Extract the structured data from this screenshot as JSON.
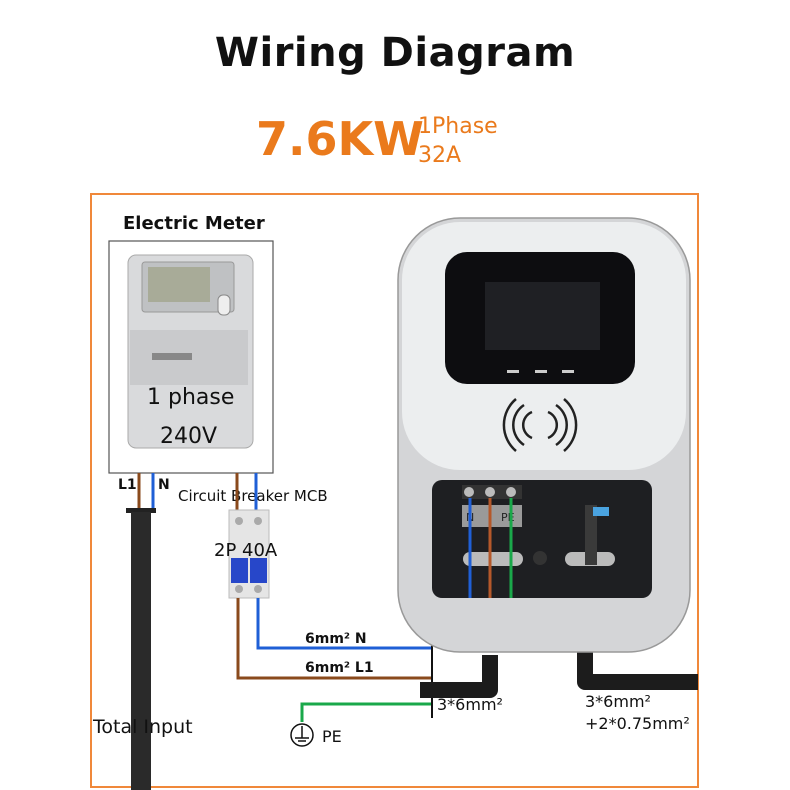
{
  "title": "Wiring Diagram",
  "rating": {
    "power": "7.6KW",
    "phase": "1Phase",
    "current": "32A"
  },
  "meter": {
    "label": "Electric Meter",
    "phase_text": "1 phase",
    "voltage_text": "240V",
    "wire_l1": "L1",
    "wire_n": "N"
  },
  "breaker": {
    "label": "Circuit Breaker MCB",
    "rating": "2P 40A"
  },
  "wires": {
    "neutral": "6mm² N",
    "line": "6mm² L1",
    "earth": "PE"
  },
  "charger": {
    "terminals": [
      "N",
      "PE"
    ],
    "input_cable": "3*6mm²",
    "output_cable_1": "3*6mm²",
    "output_cable_2": "+2*0.75mm²"
  },
  "total_input": "Total Input",
  "colors": {
    "accent": "#ea7a1c",
    "neutral_wire": "#1f5fd6",
    "line_wire": "#8a4a1c",
    "earth_wire": "#1aa84a"
  }
}
